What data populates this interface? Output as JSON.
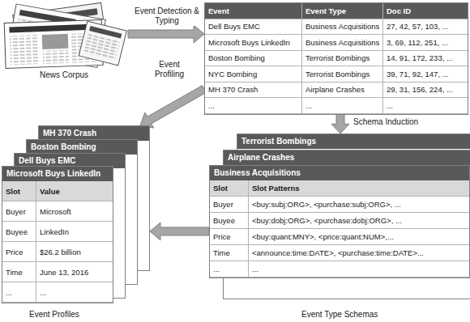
{
  "diagram": {
    "nodes": [
      {
        "text": [
          "News Corpus"
        ]
      },
      {
        "text": [
          "Event",
          "Event Type",
          "Doc ID",
          "Dell Buys EMC",
          "Business Acquisitions",
          "27, 42, 57, 103, ...",
          "Microsoft Buys LinkedIn",
          "Business Acquisitions",
          "3, 69, 112, 251, ...",
          "Boston Bombing",
          "Terrorist Bombings",
          "14, 91, 172, 233, ...",
          "NYC Bombing",
          "Terrorist Bombings",
          "39, 71, 92, 147, ...",
          "MH 370 Crash",
          "Airplane Crashes",
          "29, 31, 156, 224, ...",
          "...",
          "...",
          "..."
        ]
      },
      {
        "text": [
          "Terrorist Bombings"
        ]
      },
      {
        "text": [
          "Airplane Crashes"
        ]
      },
      {
        "text": [
          "Business Acquisitions",
          "Slot",
          "Slot Patterns",
          "Buyer",
          "<buy:subj:ORG>, <purchase:subj:ORG>, ...",
          "Buyee",
          "<buy:dobj:ORG>, <purchase:dobj:ORG>, ...",
          "Price",
          "<buy:quant:MNY>, <price:quant:NUM>,...",
          "Time",
          "<announce:time:DATE>, <purchase:time:DATE>...",
          "...",
          "..."
        ]
      },
      {
        "text": [
          "MH 370 Crash"
        ]
      },
      {
        "text": [
          "Boston Bombing"
        ]
      },
      {
        "text": [
          "Dell Buys EMC"
        ]
      },
      {
        "text": [
          "Microsoft Buys LinkedIn",
          "Slot",
          "Value",
          "Buyer",
          "Microsoft",
          "Buyee",
          "LinkedIn",
          "Price",
          "$26.2 billion",
          "Time",
          "June 13, 2016",
          "...",
          "..."
        ]
      }
    ],
    "edges": [
      {
        "from": 0,
        "to": 1,
        "label": "Event Detection & Typing",
        "arrow": "to"
      },
      {
        "from": 1,
        "to": 2,
        "label": "Schema Induction",
        "arrow": "to"
      },
      {
        "from": 1,
        "to": 5,
        "label": "Event Profiling",
        "arrow": "to"
      },
      {
        "from": 4,
        "to": 5,
        "arrow": "to"
      }
    ],
    "labels": [
      "Event Type Schemas",
      "Event Profiles"
    ]
  }
}
